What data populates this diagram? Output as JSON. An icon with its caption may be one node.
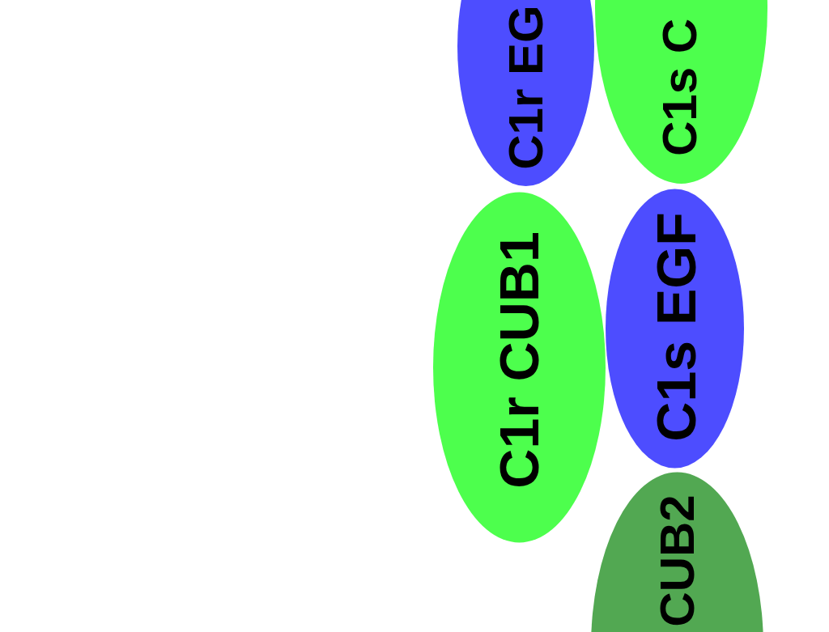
{
  "diagram": {
    "nodes": [
      {
        "text": [
          "C1r EG"
        ]
      },
      {
        "text": [
          "C1s C"
        ]
      },
      {
        "text": [
          "C1r CUB1"
        ]
      },
      {
        "text": [
          "C1s EGF"
        ]
      },
      {
        "text": [
          "CUB2"
        ]
      }
    ]
  }
}
